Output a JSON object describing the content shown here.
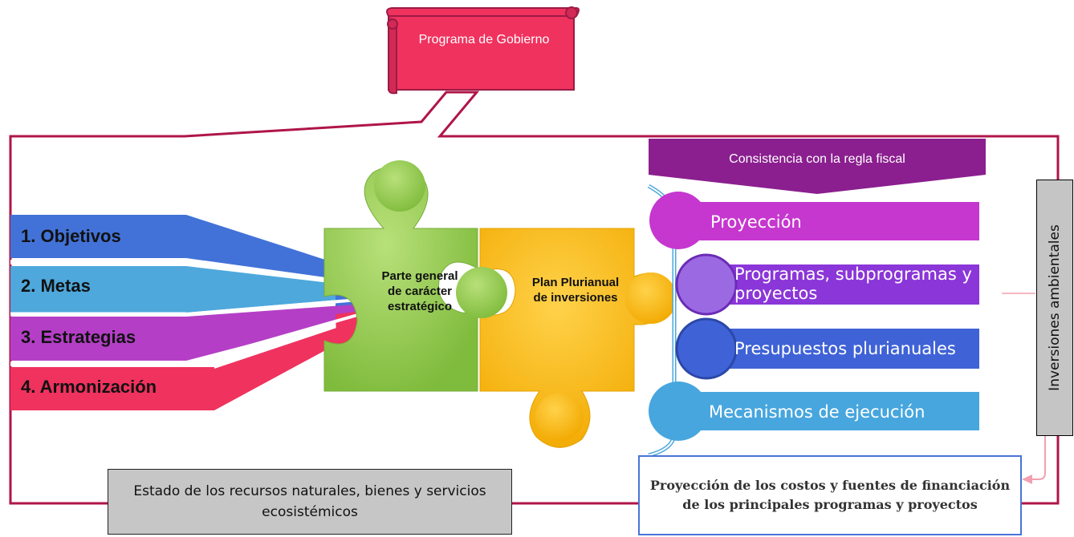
{
  "banner": {
    "title": "Programa de Gobierno"
  },
  "inputs": [
    {
      "label": "1. Objetivos",
      "color": "#4272d8"
    },
    {
      "label": "2. Metas",
      "color": "#4ea8dc"
    },
    {
      "label": "3. Estrategias",
      "color": "#b43fc6"
    },
    {
      "label": "4. Armonización",
      "color": "#f0325e"
    }
  ],
  "puzzle": {
    "left": {
      "text": "Parte general de carácter estratégico",
      "color": "#8ac449"
    },
    "right": {
      "text": "Plan Plurianual de inversiones",
      "color": "#f6b800"
    }
  },
  "fiscal": {
    "text": "Consistencia con la regla fiscal",
    "color": "#8b1f8f"
  },
  "components": [
    {
      "label": "Proyección",
      "color": "#c637cf"
    },
    {
      "label": "Programas, subprogramas y proyectos",
      "color": "#8b36d8"
    },
    {
      "label": "Presupuestos plurianuales",
      "color": "#3f62d6"
    },
    {
      "label": "Mecanismos de ejecución",
      "color": "#47a6de"
    }
  ],
  "side_label": "Inversiones ambientales",
  "state_box": "Estado de los recursos naturales, bienes y servicios ecosistémicos",
  "cost_box": "Proyección de los costos y fuentes de financiación de los principales programas y proyectos",
  "colors": {
    "frame": "#b01548",
    "banner": "#f0325e"
  }
}
